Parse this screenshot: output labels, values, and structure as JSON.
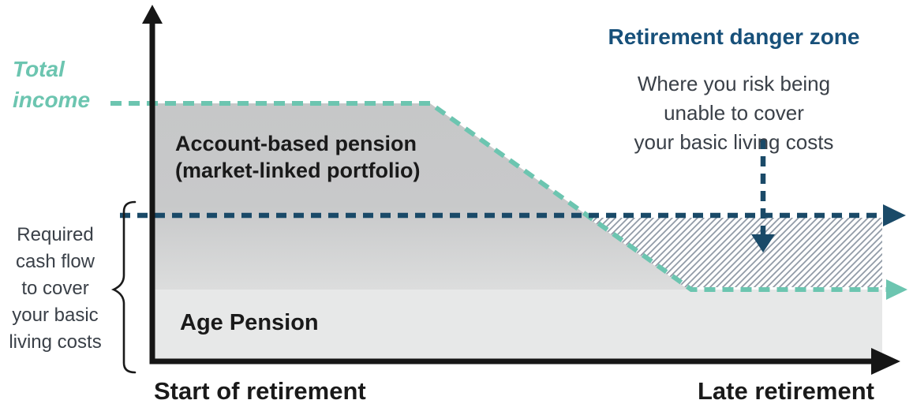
{
  "colors": {
    "teal": "#6CC5B0",
    "navy": "#1A4A68",
    "navy_title": "#17507A",
    "text_dark": "#3A4048",
    "black": "#161616",
    "gray_area_top": "#C6C7C8",
    "gray_area_bottom": "#DCDDDD",
    "age_pension_gray": "#E7E8E8",
    "hatch_line": "#919BA7"
  },
  "labels": {
    "total_income": "Total\nincome",
    "account_pension": "Account-based pension\n(market-linked portfolio)",
    "age_pension": "Age Pension",
    "required_cashflow": "Required\ncash flow\nto cover\nyour basic\nliving costs",
    "danger_zone_title": "Retirement danger zone",
    "danger_zone_subtitle": "Where you risk being\nunable to cover\nyour basic living costs",
    "x_axis_start": "Start of retirement",
    "x_axis_end": "Late retirement"
  },
  "chart_data": {
    "type": "area",
    "title": "Retirement income over time (conceptual)",
    "x_axis": {
      "numeric": false,
      "labels": [
        "Start of retirement",
        "Late retirement"
      ]
    },
    "y_axis": {
      "numeric": false,
      "label": "Total income"
    },
    "series": [
      {
        "name": "Total income",
        "style": "dashed",
        "color": "#6CC5B0",
        "points_pct": [
          [
            0,
            100
          ],
          [
            38,
            100
          ],
          [
            74,
            27
          ],
          [
            100,
            27
          ]
        ]
      },
      {
        "name": "Required cash flow to cover your basic living costs",
        "style": "dashed",
        "color": "#1A4A68",
        "points_pct": [
          [
            0,
            56
          ],
          [
            100,
            56
          ]
        ]
      }
    ],
    "areas": [
      {
        "name": "Account-based pension (market-linked portfolio)",
        "fill": "gray-gradient"
      },
      {
        "name": "Age Pension",
        "fill": "light-gray",
        "band_pct": [
          0,
          27
        ]
      },
      {
        "name": "Retirement danger zone",
        "fill": "hatched",
        "note": "Where you risk being unable to cover your basic living costs",
        "region": "between required cash flow line and total income line, late retirement"
      }
    ],
    "legend_position": "none",
    "grid": false
  }
}
